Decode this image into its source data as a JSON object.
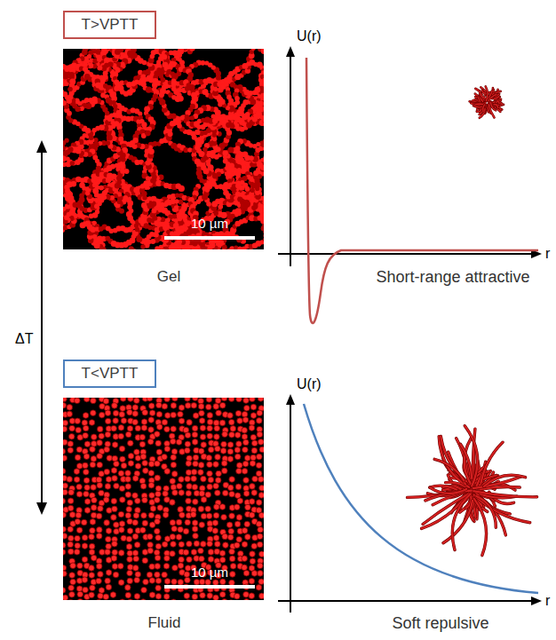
{
  "diagram": {
    "nodes": [
      {
        "text": [
          "T>VPTT"
        ]
      },
      {
        "text": [
          "T<VPTT"
        ]
      }
    ],
    "labels": [
      "10 µm",
      "Gel",
      "U(r)",
      "r",
      "Short-range attractive",
      "ΔT",
      "10 µm",
      "Fluid",
      "U(r)",
      "r",
      "Soft repulsive"
    ]
  }
}
